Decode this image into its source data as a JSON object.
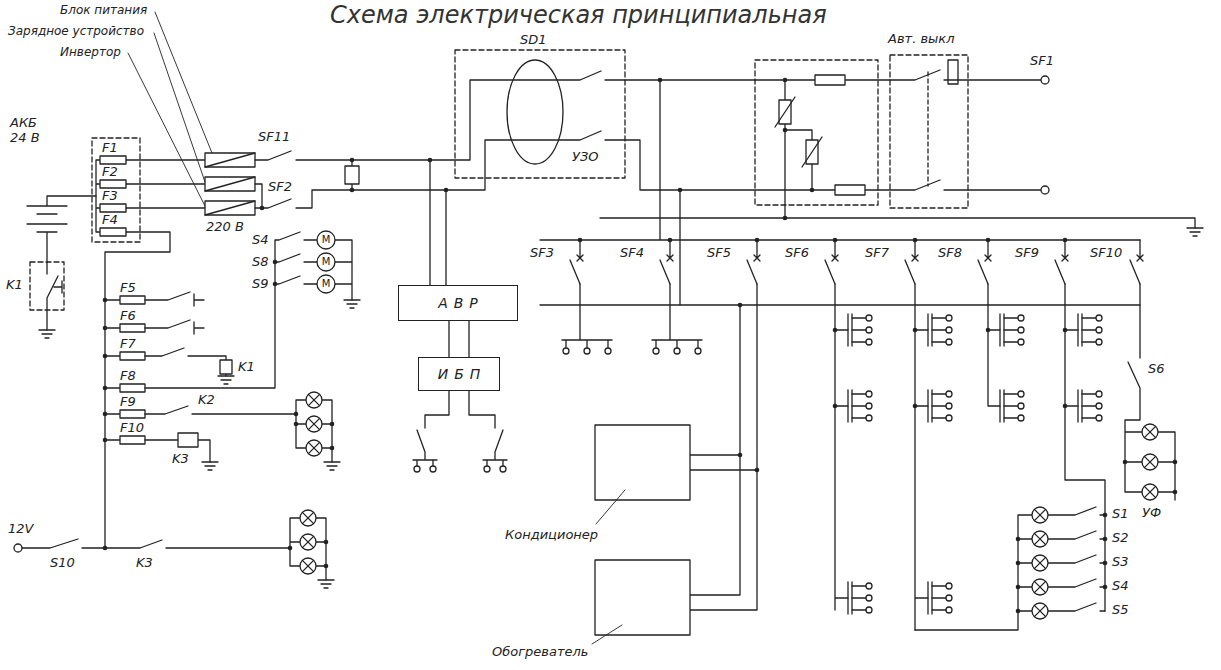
{
  "diagram": {
    "title": "Схема электрическая принципиальная",
    "nodes": [
      {
        "text": [
          "АВР"
        ]
      },
      {
        "text": [
          "ИБП"
        ]
      }
    ],
    "edges": [
      {
        "from": 0,
        "to": 1,
        "arrow": "none"
      }
    ],
    "labels": [
      "Блок питания",
      "Зарядное устройство",
      "Инвертор",
      "АКБ 24 В",
      "F1",
      "F2",
      "F3",
      "F4",
      "SF11",
      "220 В",
      "SF2",
      "K1",
      "F5",
      "F6",
      "F7",
      "F8",
      "F9",
      "F10",
      "S4",
      "S8",
      "S9",
      "K1",
      "K2",
      "K3",
      "12V",
      "S10",
      "K3",
      "SD1",
      "УЗО",
      "Авт. выкл",
      "SF1",
      "SF3",
      "SF4",
      "SF5",
      "SF6",
      "SF7",
      "SF8",
      "SF9",
      "SF10",
      "Кондиционер",
      "Обогреватель",
      "S6",
      "УФ",
      "S1",
      "S2",
      "S3",
      "S4",
      "S5",
      "M",
      "M",
      "M"
    ]
  }
}
